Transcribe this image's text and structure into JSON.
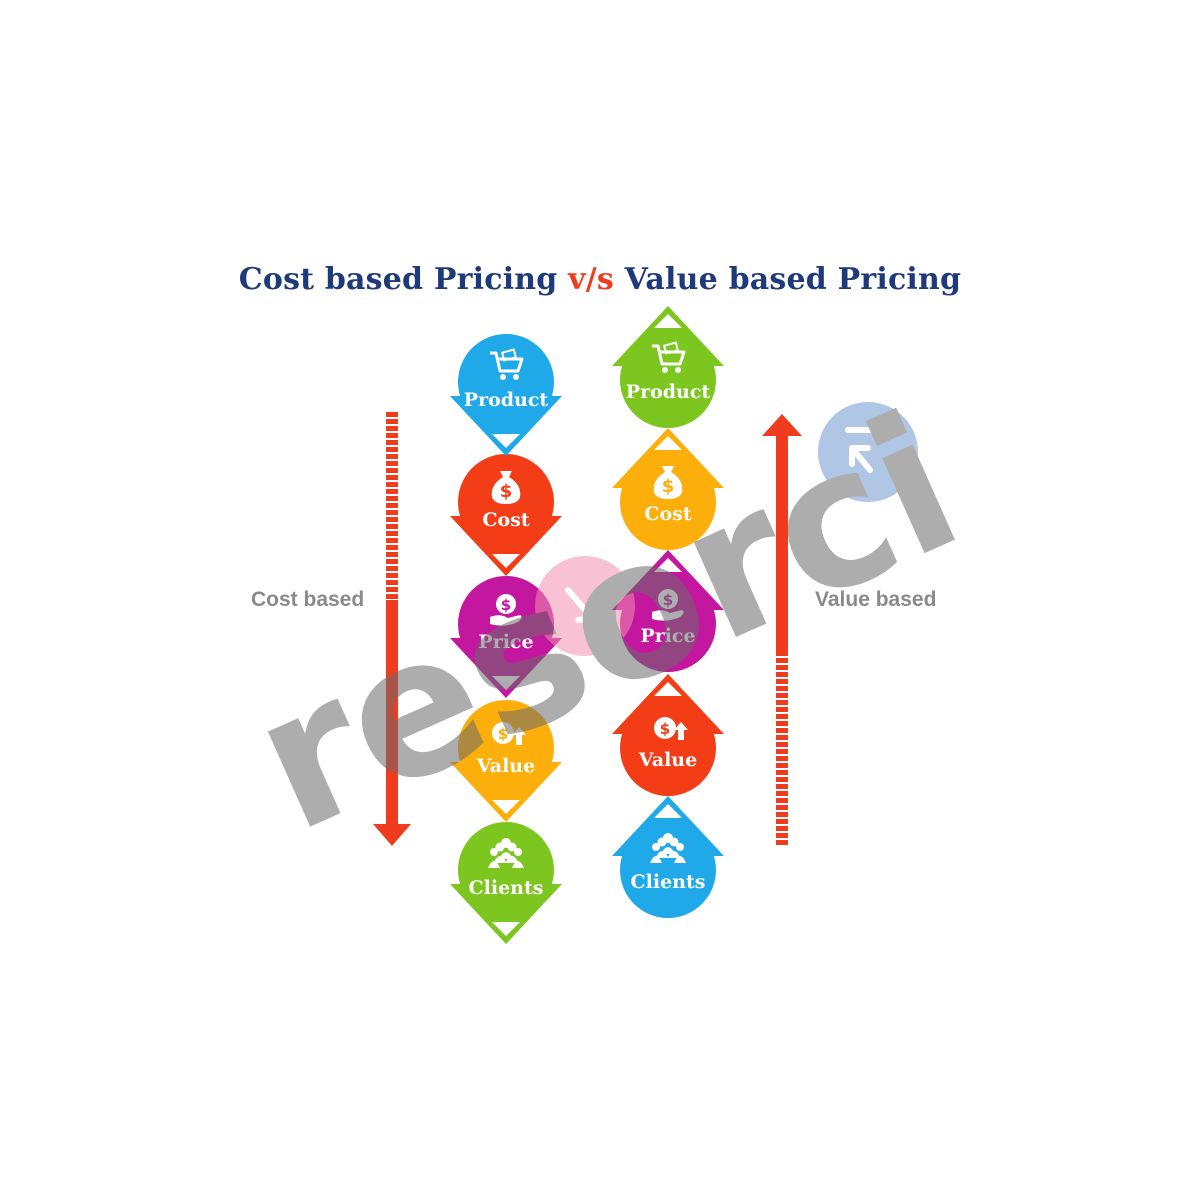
{
  "title": {
    "part1": "Cost based Pricing ",
    "vs": "v/s",
    "part2": " Value based Pricing",
    "color": "#1f3a7a",
    "vs_color": "#f03c1e"
  },
  "left_label": "Cost based",
  "right_label": "Value based",
  "watermark": "resorci",
  "colors": {
    "arrow_red": "#f03c1e",
    "label_gray": "#8a8a8a"
  },
  "cost_based_flow": {
    "direction": "down",
    "steps": [
      {
        "label": "Product",
        "icon": "shopping-cart-icon",
        "color": "#1fa9e8"
      },
      {
        "label": "Cost",
        "icon": "money-bag-icon",
        "color": "#f23d17"
      },
      {
        "label": "Price",
        "icon": "hand-coin-icon",
        "color": "#c2179e"
      },
      {
        "label": "Value",
        "icon": "dollar-growth-icon",
        "color": "#fcae0a"
      },
      {
        "label": "Clients",
        "icon": "people-group-icon",
        "color": "#7dc51f"
      }
    ]
  },
  "value_based_flow": {
    "direction": "up",
    "steps": [
      {
        "label": "Product",
        "icon": "shopping-cart-icon",
        "color": "#7dc51f"
      },
      {
        "label": "Cost",
        "icon": "money-bag-icon",
        "color": "#fcae0a"
      },
      {
        "label": "Price",
        "icon": "hand-coin-icon",
        "color": "#c2179e"
      },
      {
        "label": "Value",
        "icon": "dollar-growth-icon",
        "color": "#f23d17"
      },
      {
        "label": "Clients",
        "icon": "people-group-icon",
        "color": "#1fa9e8"
      }
    ]
  }
}
